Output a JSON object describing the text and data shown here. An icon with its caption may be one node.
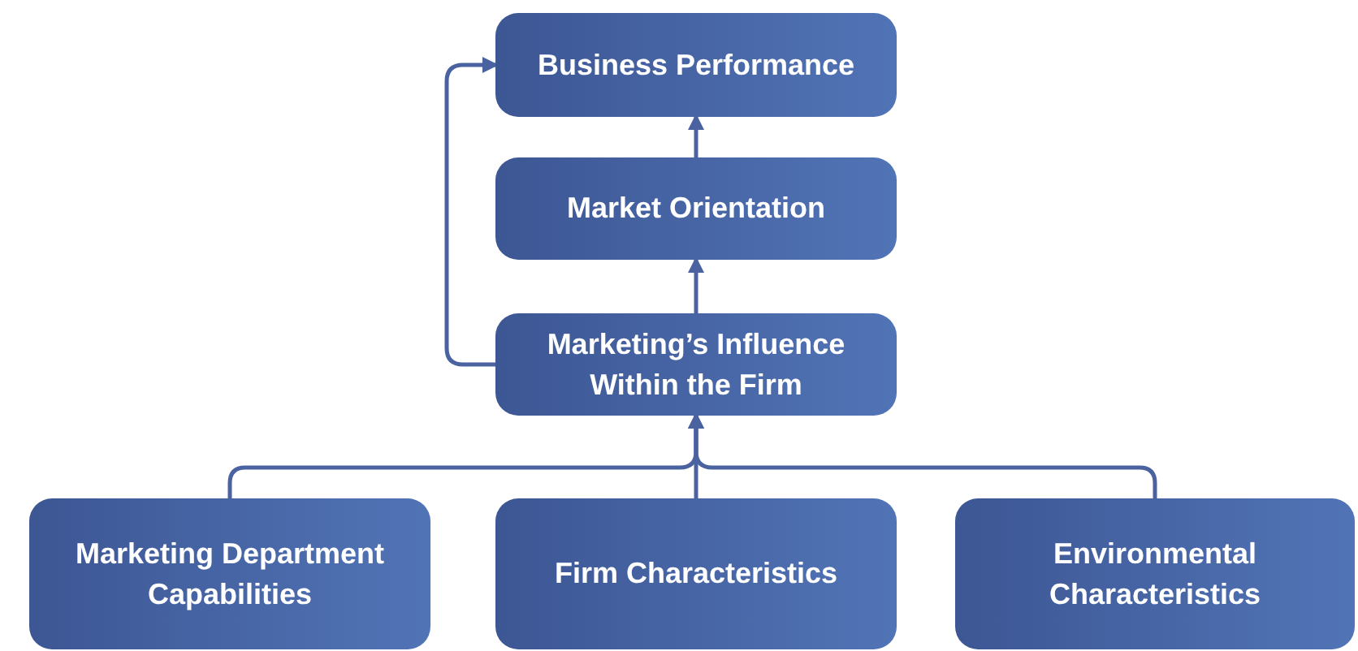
{
  "diagram": {
    "nodes": [
      {
        "text": [
          "Business Performance"
        ]
      },
      {
        "text": [
          "Market Orientation"
        ]
      },
      {
        "text": [
          "Marketing’s Influence Within the Firm"
        ]
      },
      {
        "text": [
          "Marketing Department Capabilities"
        ]
      },
      {
        "text": [
          "Firm Characteristics"
        ]
      },
      {
        "text": [
          "Environmental Characteristics"
        ]
      }
    ],
    "edges": [
      {
        "from": 1,
        "to": 0,
        "arrow": "to"
      },
      {
        "from": 2,
        "to": 1,
        "arrow": "to"
      },
      {
        "from": 2,
        "to": 0,
        "arrow": "to"
      },
      {
        "from": 3,
        "to": 2,
        "arrow": "to"
      },
      {
        "from": 4,
        "to": 2,
        "arrow": "to"
      },
      {
        "from": 5,
        "to": 2,
        "arrow": "to"
      }
    ]
  }
}
